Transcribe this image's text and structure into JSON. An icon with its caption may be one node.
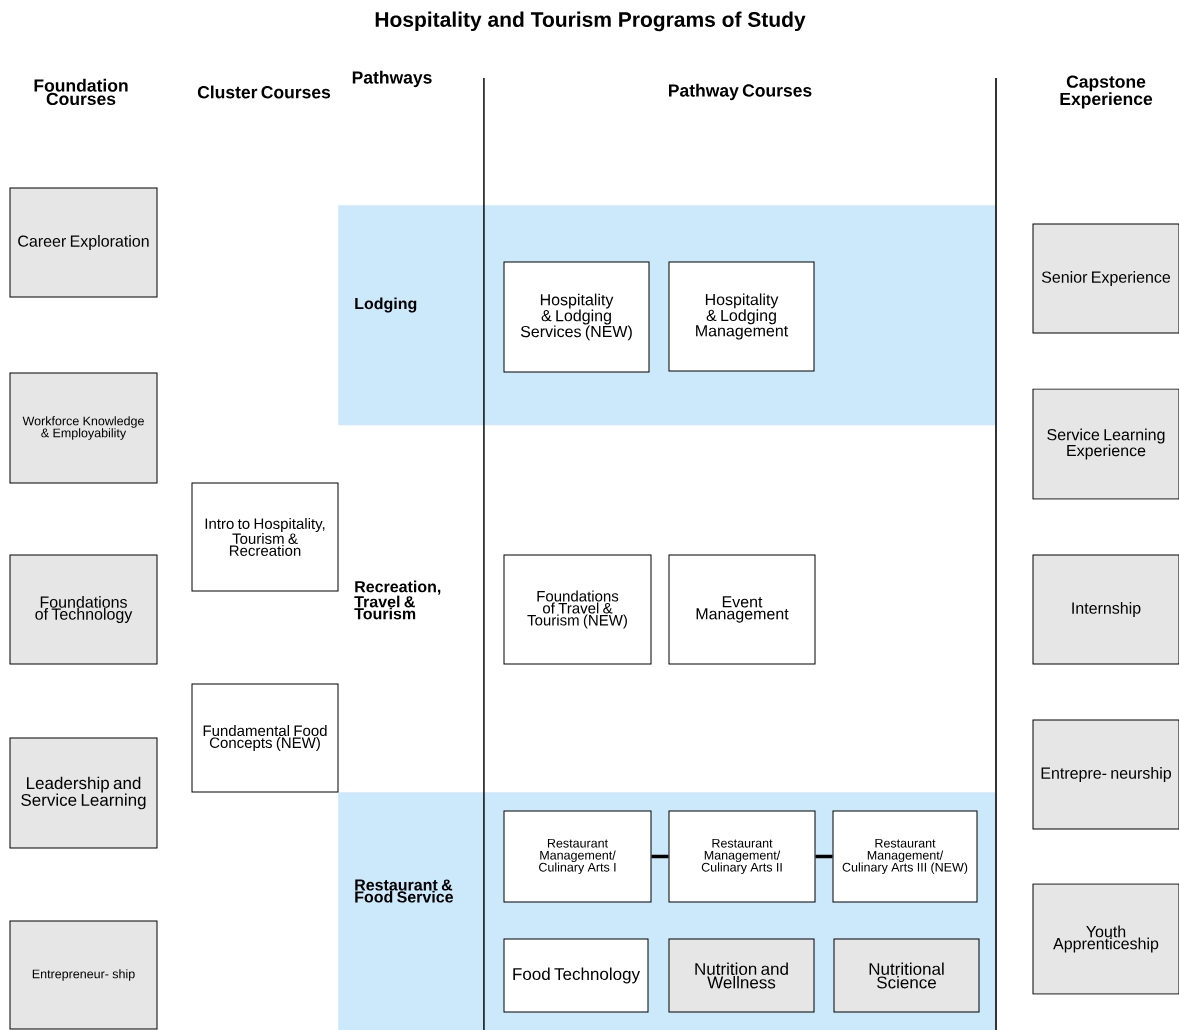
{
  "diagram": {
    "title": "Hospitality and Tourism Programs of Study",
    "nodes": [
      {
        "text": [
          "Career Exploration"
        ]
      },
      {
        "text": [
          "Workforce Knowledge & Employability"
        ]
      },
      {
        "text": [
          "Foundations of Technology"
        ]
      },
      {
        "text": [
          "Leadership and Service Learning"
        ]
      },
      {
        "text": [
          "Entrepreneur- ship"
        ]
      },
      {
        "text": [
          "Intro to Hospitality, Tourism & Recreation"
        ]
      },
      {
        "text": [
          "Fundamental Food Concepts (NEW)"
        ]
      },
      {
        "text": [
          "Lodging"
        ]
      },
      {
        "text": [
          "Hospitality & Lodging Services (NEW)"
        ],
        "in": 7
      },
      {
        "text": [
          "Hospitality & Lodging Management"
        ],
        "in": 7
      },
      {
        "text": [
          "Foundations of Travel & Tourism (NEW)"
        ]
      },
      {
        "text": [
          "Event Management"
        ]
      },
      {
        "text": [
          "Restaurant & Food Service"
        ]
      },
      {
        "text": [
          "Restaurant Management/ Culinary Arts I"
        ],
        "in": 12
      },
      {
        "text": [
          "Restaurant Management/ Culinary Arts II"
        ],
        "in": 12
      },
      {
        "text": [
          "Restaurant Management/ Culinary Arts III (NEW)"
        ],
        "in": 12
      },
      {
        "text": [
          "Food Technology"
        ],
        "in": 12
      },
      {
        "text": [
          "Nutrition and Wellness"
        ],
        "in": 12
      },
      {
        "text": [
          "Nutritional Science"
        ],
        "in": 12
      },
      {
        "text": [
          "Senior Experience"
        ]
      },
      {
        "text": [
          "Service Learning Experience"
        ]
      },
      {
        "text": [
          "Internship"
        ]
      },
      {
        "text": [
          "Entrepre- neurship"
        ]
      },
      {
        "text": [
          "Youth Apprenticeship"
        ]
      }
    ],
    "edges": [
      {
        "from": 13,
        "to": 14,
        "arrow": "none"
      },
      {
        "from": 14,
        "to": 15,
        "arrow": "none"
      }
    ],
    "labels": [
      "Foundation Courses",
      "Cluster Courses",
      "Pathways",
      "Pathway Courses",
      "Capstone Experience",
      "Recreation, Travel & Tourism"
    ]
  }
}
